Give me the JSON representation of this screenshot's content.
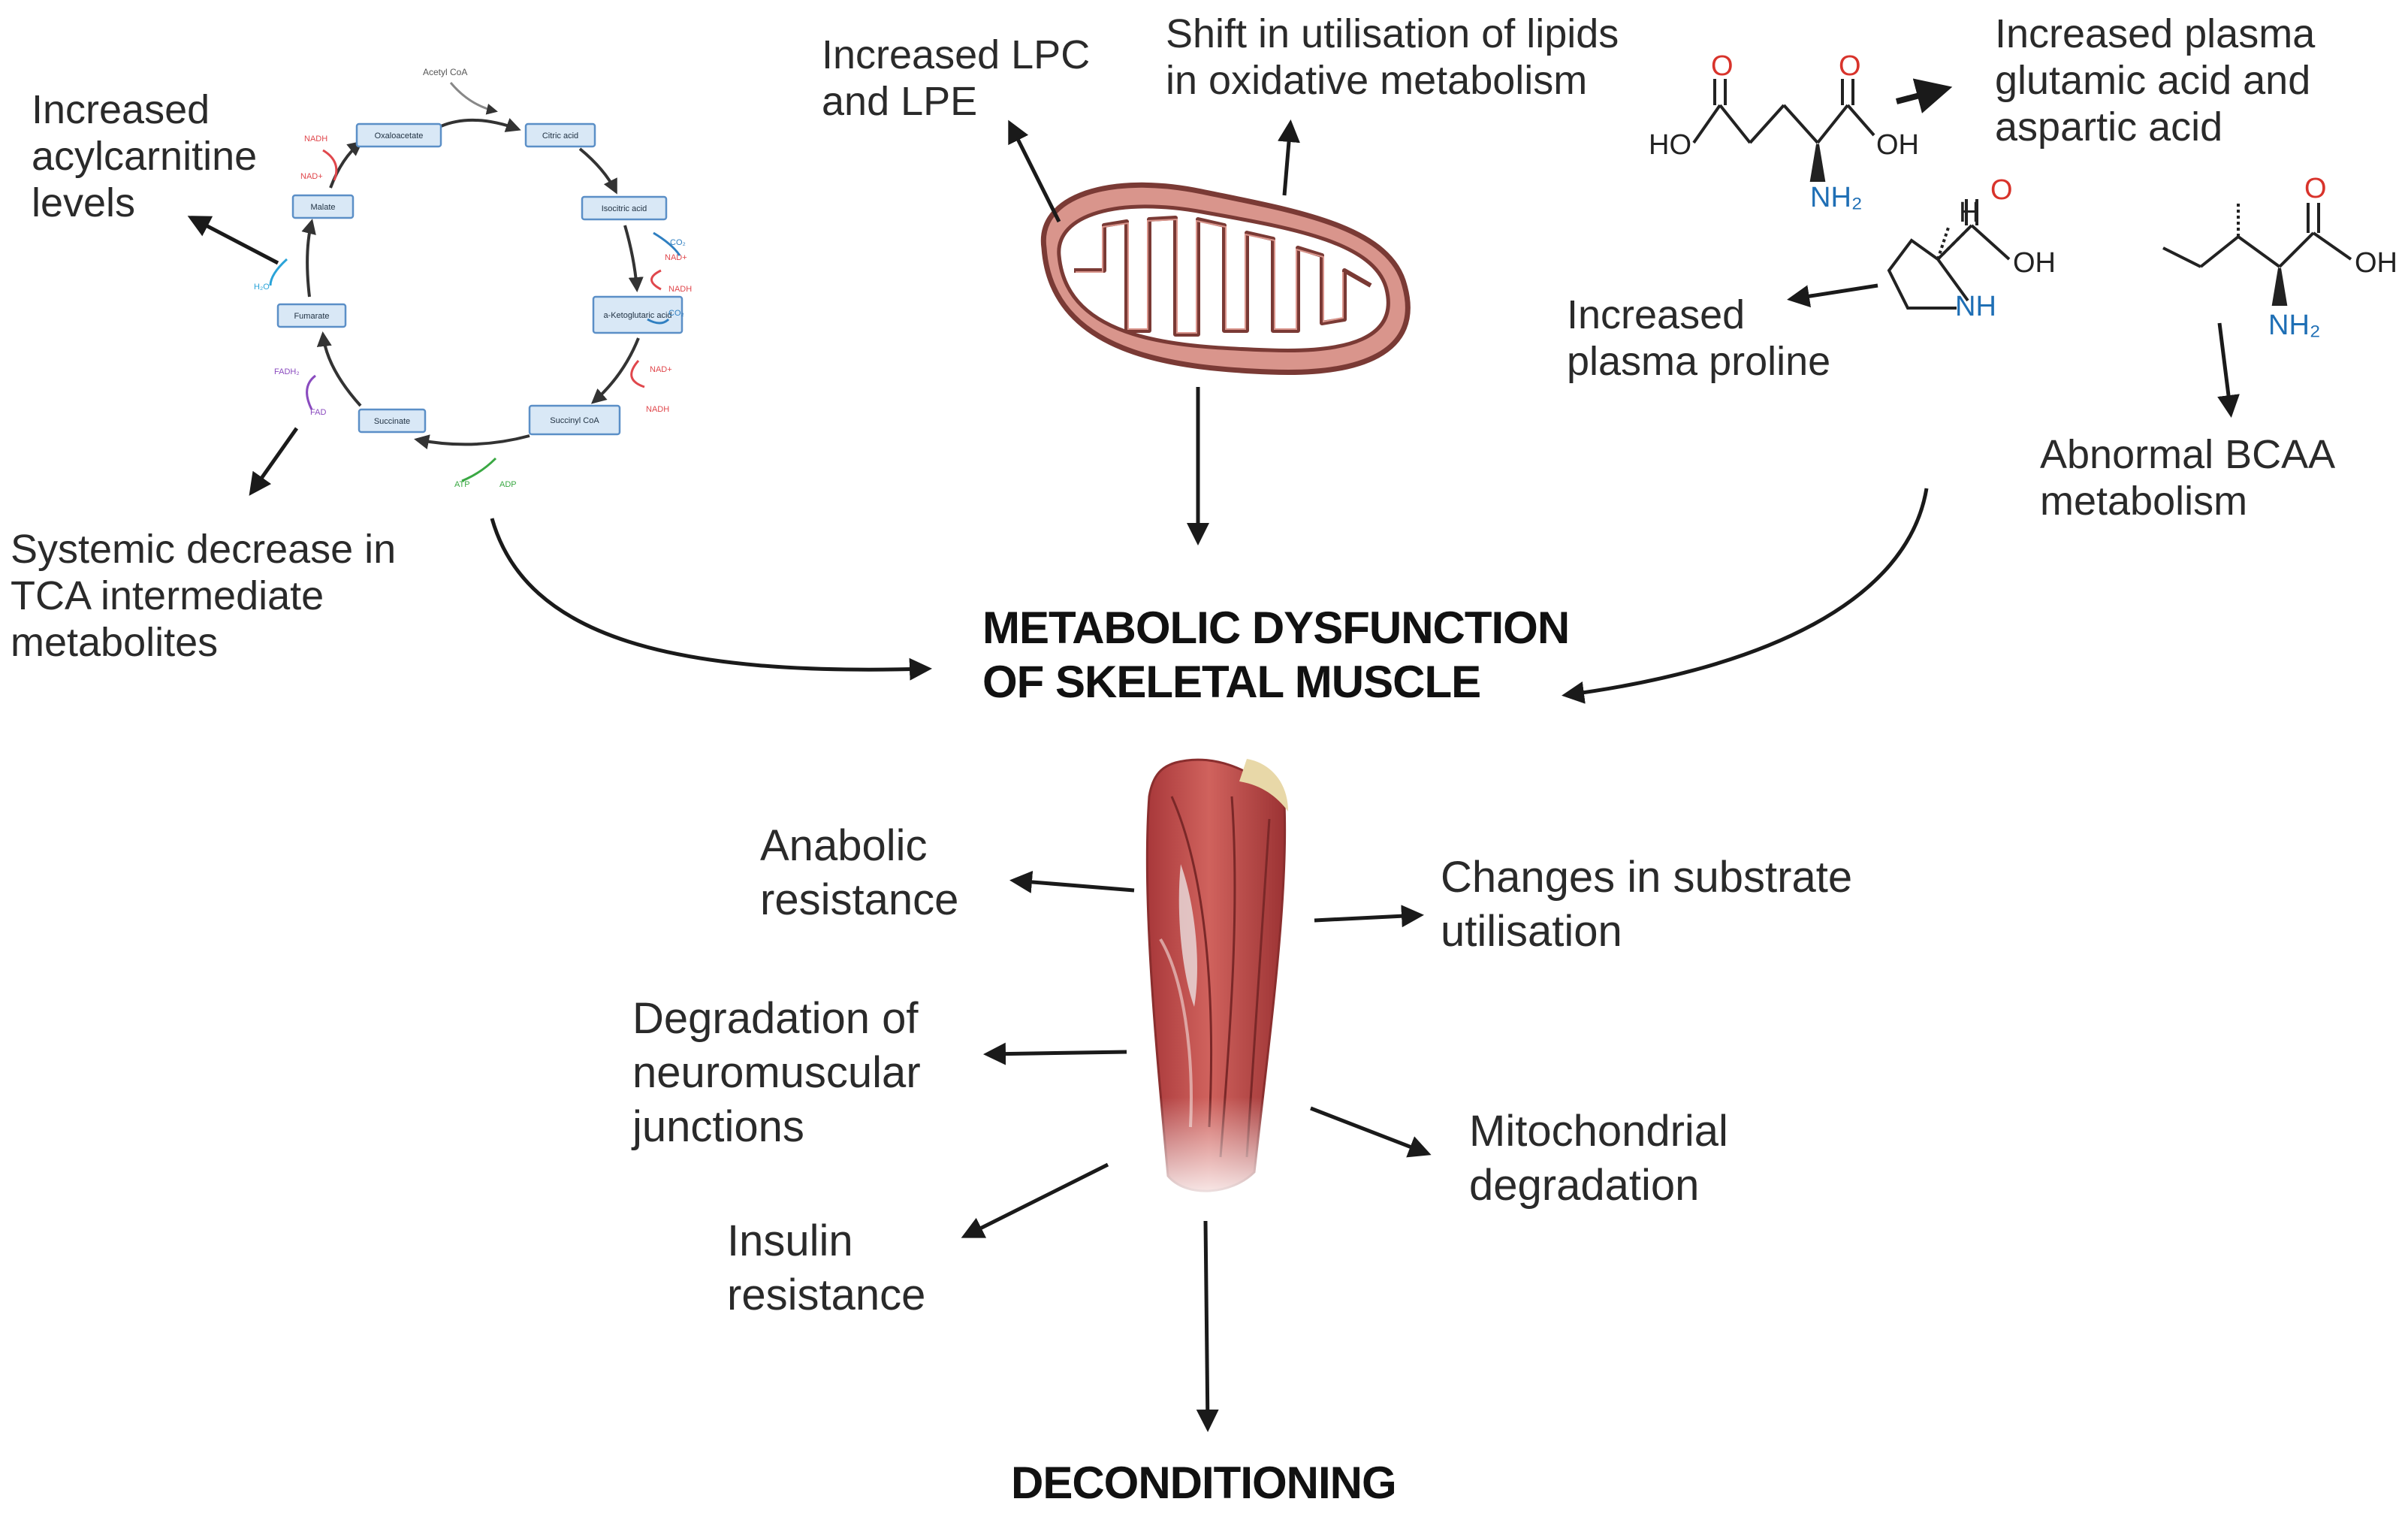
{
  "tca": {
    "acetyl": "Acetyl CoA",
    "boxes": [
      {
        "key": "oxaloacetate",
        "label": "Oxaloacetate"
      },
      {
        "key": "citric",
        "label": "Citric acid"
      },
      {
        "key": "isocitric",
        "label": "Isocitric acid"
      },
      {
        "key": "ketoglutaric",
        "label": "a-Ketoglutaric acid"
      },
      {
        "key": "succinylcoa",
        "label": "Succinyl CoA"
      },
      {
        "key": "succinate",
        "label": "Succinate"
      },
      {
        "key": "fumarate",
        "label": "Fumarate"
      },
      {
        "key": "malate",
        "label": "Malate"
      }
    ],
    "cofactors": {
      "nadh": "NADH",
      "nad": "NAD+",
      "co2": "CO₂",
      "atp": "ATP",
      "adp": "ADP",
      "fadh2": "FADH₂",
      "fad": "FAD",
      "h2o": "H₂O"
    },
    "colors": {
      "box_fill": "#d9e8f6",
      "box_stroke": "#5b8fc7",
      "nad": "#e0474c",
      "co2": "#2f7fc1",
      "fad": "#8a4bbf",
      "atp": "#3aa843",
      "h2o": "#2aa3d8"
    }
  },
  "labels": {
    "acylcarnitine": [
      "Increased",
      "acylcarnitine",
      "levels"
    ],
    "tca_decrease": [
      "Systemic decrease in",
      "TCA intermediate",
      "metabolites"
    ],
    "lpc": [
      "Increased LPC",
      "and LPE"
    ],
    "lipids": [
      "Shift in utilisation of lipids",
      "in oxidative metabolism"
    ],
    "glutamic": [
      "Increased plasma",
      "glutamic acid and",
      "aspartic acid"
    ],
    "proline": [
      "Increased",
      "plasma proline"
    ],
    "bcaa": [
      "Abnormal BCAA",
      "metabolism"
    ],
    "anabolic": [
      "Anabolic",
      "resistance"
    ],
    "degradation": [
      "Degradation of",
      "neuromuscular",
      "junctions"
    ],
    "insulin": [
      "Insulin",
      "resistance"
    ],
    "substrate": [
      "Changes in substrate",
      "utilisation"
    ],
    "mito_deg": [
      "Mitochondrial",
      "degradation"
    ]
  },
  "central_title": [
    "METABOLIC DYSFUNCTION",
    "OF SKELETAL MUSCLE"
  ],
  "bottom_title": "DECONDITIONING",
  "molecules": {
    "glutamate": {
      "O": "O",
      "HO": "HO",
      "OH": "OH",
      "NH2": "NH₂"
    },
    "proline": {
      "H": "H",
      "O": "O",
      "OH": "OH",
      "NH": "NH"
    },
    "isoleucine": {
      "O": "O",
      "OH": "OH",
      "NH2": "NH₂"
    }
  },
  "colors": {
    "mito_fill": "#d9958c",
    "mito_stroke": "#7a3a35",
    "muscle": "#c7504d",
    "oxygen": "#d8332b",
    "nitrogen": "#1f6fb5",
    "arrow": "#1a1a1a"
  }
}
